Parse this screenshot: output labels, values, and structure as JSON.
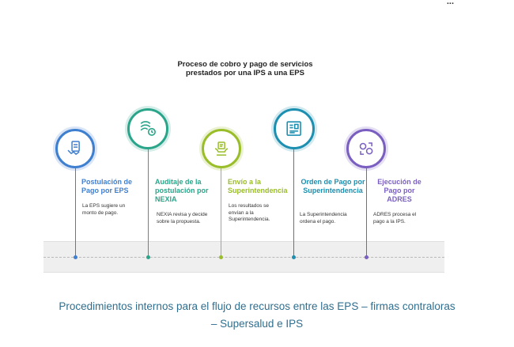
{
  "corner_text": "...",
  "title": "Proceso de cobro y pago de servicios prestados por una IPS a una EPS",
  "steps": [
    {
      "heading": "Postulación de Pago por EPS",
      "description": "La EPS sugiere un monto de pago.",
      "color": "#3f7fd0",
      "icon": "handshake-document-icon"
    },
    {
      "heading": "Auditaje de la postulación por NEXIA",
      "description": "NEXIA revisa y decide sobre la propuesta.",
      "color": "#2aa58a",
      "icon": "audit-clock-icon"
    },
    {
      "heading": "Envío a la Superintendencia",
      "description": "Los resultados se envían a la Superintendencia.",
      "color": "#9abe2a",
      "icon": "send-hands-icon"
    },
    {
      "heading": "Orden de Pago por Superintendencia",
      "description": "La Superintendencia ordena el pago.",
      "color": "#1d8fb0",
      "icon": "payment-order-icon"
    },
    {
      "heading": "Ejecución de Pago por ADRES",
      "description": "ADRES procesa el pago a la IPS.",
      "color": "#7a5fc0",
      "icon": "money-exchange-icon"
    }
  ],
  "caption_line1": "Procedimientos internos para el flujo de recursos entre las EPS – firmas contraloras",
  "caption_line2": "– Supersalud e IPS"
}
